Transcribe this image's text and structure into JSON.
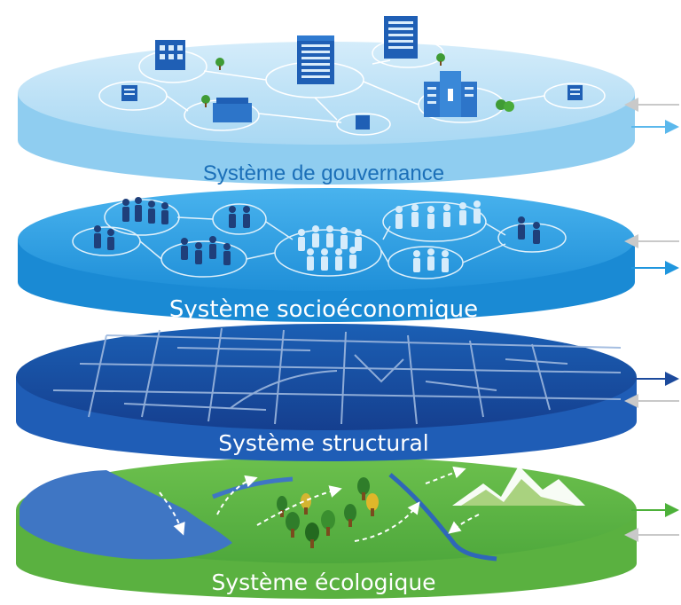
{
  "layers": [
    {
      "label": "Système de gouvernance",
      "top_color": "#b8e0f6",
      "side_color": "#8fcdf0",
      "arrow_out_color": "#5bb8ec"
    },
    {
      "label": "Système socioéconomique",
      "top_color": "#2a9ee3",
      "side_color": "#1a8ad4",
      "arrow_out_color": "#1f96de"
    },
    {
      "label": "Système structural",
      "top_color": "#1a4fa3",
      "side_color": "#1f5db6",
      "arrow_out_color": "#1c4a9c"
    },
    {
      "label": "Système écologique",
      "top_color": "#5cb548",
      "side_color": "#5ab140",
      "arrow_out_color": "#4db13a"
    }
  ],
  "arrow_in_color": "#c9c9c9",
  "icons": [
    "building-icon",
    "people-icon",
    "tree-icon",
    "mountain-icon",
    "river-icon"
  ]
}
